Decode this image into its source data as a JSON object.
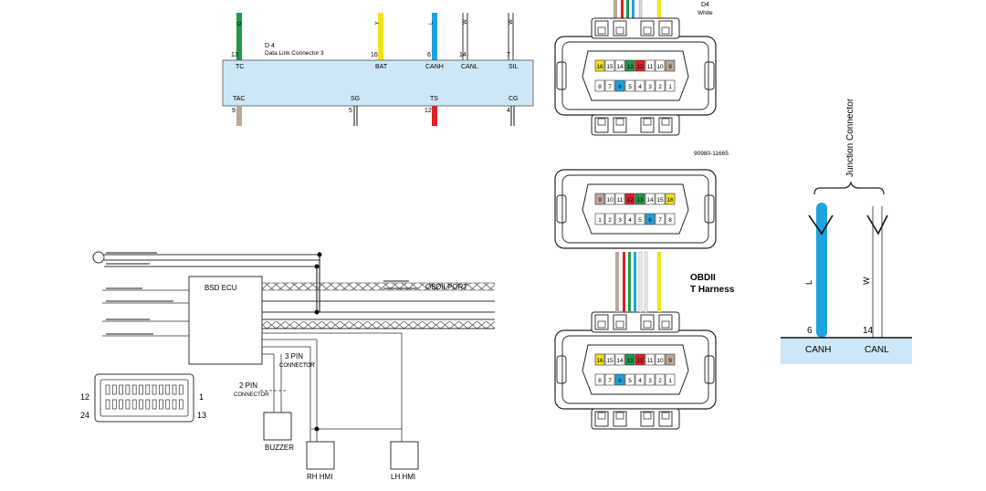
{
  "colors": {
    "green": "#1f9a4a",
    "yellow": "#f2e11b",
    "blue": "#1fa3e0",
    "white": "#f4f4f4",
    "tan": "#bba897",
    "red": "#e01f26",
    "black": "#111111",
    "box": "#cde7f6"
  },
  "dlc": {
    "ref": "D 4",
    "name": "Data Link Connector 3",
    "top_pins": [
      {
        "num": "13",
        "color_code": "G",
        "label": "TC",
        "color": "green"
      },
      {
        "num": "16",
        "color_code": "Y",
        "label": "BAT",
        "color": "yellow"
      },
      {
        "num": "6",
        "color_code": "L",
        "label": "CANH",
        "color": "blue"
      },
      {
        "num": "14",
        "color_code": "W",
        "label": "CANL",
        "color": "white"
      },
      {
        "num": "7",
        "color_code": "W",
        "label": "SIL",
        "color": "white"
      }
    ],
    "bottom_pins": [
      {
        "num": "9",
        "label": "TAC",
        "color": "tan"
      },
      {
        "num": "5",
        "label": "SG",
        "color": "black"
      },
      {
        "num": "12",
        "label": "TS",
        "color": "red"
      },
      {
        "num": "4",
        "label": "CG",
        "color": "black"
      }
    ]
  },
  "connector_top": {
    "ref": "D4",
    "color": "White",
    "row1": [
      "16",
      "15",
      "14",
      "13",
      "12",
      "11",
      "10",
      "9"
    ],
    "row2": [
      "8",
      "7",
      "6",
      "5",
      "4",
      "3",
      "2",
      "1"
    ]
  },
  "connector_mid": {
    "part_no": "90980-11665",
    "row1": [
      "9",
      "10",
      "11",
      "12",
      "13",
      "14",
      "15",
      "16"
    ],
    "row2": [
      "1",
      "2",
      "3",
      "4",
      "5",
      "6",
      "7",
      "8"
    ]
  },
  "connector_bottom": {
    "row1": [
      "16",
      "15",
      "14",
      "13",
      "12",
      "11",
      "10",
      "9"
    ],
    "row2": [
      "8",
      "7",
      "6",
      "5",
      "4",
      "3",
      "2",
      "1"
    ]
  },
  "harness": {
    "line1": "OBDII",
    "line2": "T Harness"
  },
  "junction": {
    "title": "Junction Connector",
    "wires": [
      {
        "code": "L",
        "num": "6",
        "label": "CANH",
        "color": "blue"
      },
      {
        "code": "W",
        "num": "14",
        "label": "CANL",
        "color": "white"
      }
    ]
  },
  "bsd": {
    "ecu_label": "BSD ECU",
    "obdii_port_label": "OBDII PORT",
    "pin3_line1": "3 PIN",
    "pin3_line2": "CONNECTOR",
    "pin2_line1": "2 PIN",
    "pin2_line2": "CONNECTOR",
    "buzzer": "BUZZER",
    "rh_hmi": "RH HMI",
    "lh_hmi": "LH HMI",
    "conn_left_top": "12",
    "conn_left_bottom": "24",
    "conn_right_top": "1",
    "conn_right_bottom": "13"
  }
}
